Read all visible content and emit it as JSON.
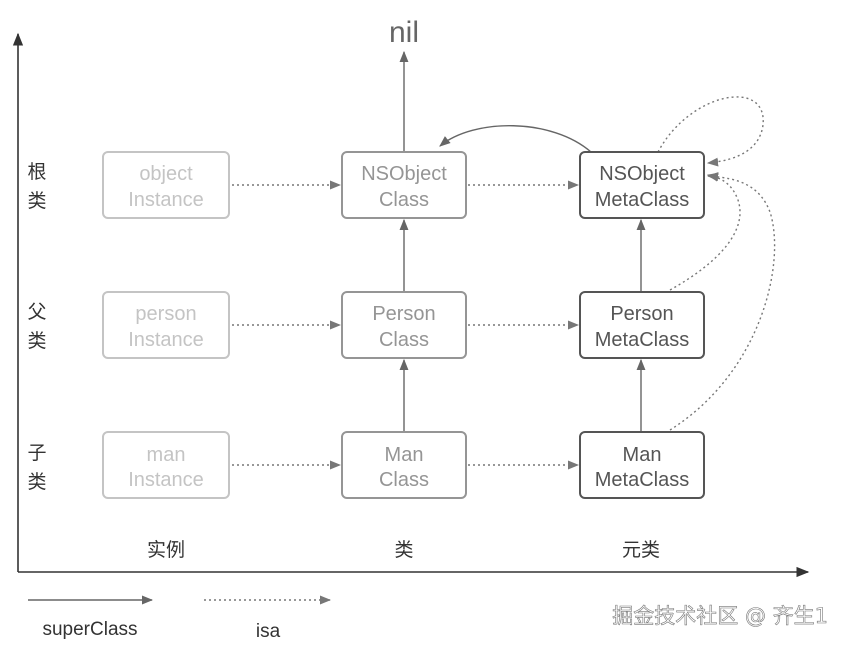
{
  "nil_label": "nil",
  "rows": [
    {
      "c1": "根",
      "c2": "类"
    },
    {
      "c1": "父",
      "c2": "类"
    },
    {
      "c1": "子",
      "c2": "类"
    }
  ],
  "columns": [
    "实例",
    "类",
    "元类"
  ],
  "nodes": {
    "object_instance": {
      "line1": "object",
      "line2": "Instance"
    },
    "person_instance": {
      "line1": "person",
      "line2": "Instance"
    },
    "man_instance": {
      "line1": "man",
      "line2": "Instance"
    },
    "nsobject_class": {
      "line1": "NSObject",
      "line2": "Class"
    },
    "person_class": {
      "line1": "Person",
      "line2": "Class"
    },
    "man_class": {
      "line1": "Man",
      "line2": "Class"
    },
    "nsobject_meta": {
      "line1": "NSObject",
      "line2": "MetaClass"
    },
    "person_meta": {
      "line1": "Person",
      "line2": "MetaClass"
    },
    "man_meta": {
      "line1": "Man",
      "line2": "MetaClass"
    }
  },
  "legend": {
    "superclass_label": "superClass",
    "isa_label": "isa"
  },
  "watermark": "掘金技术社区 @ 齐生1",
  "colors": {
    "instance": "#c4c4c4",
    "class": "#959595",
    "meta": "#555555",
    "axis": "#333333"
  }
}
